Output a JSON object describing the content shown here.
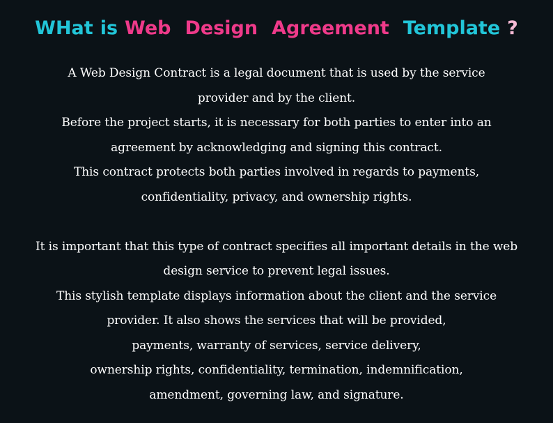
{
  "title": {
    "what": "WHat",
    "is": "is",
    "web": "Web",
    "design": "Design",
    "agreement": "Agreement",
    "template": "Template",
    "question_mark": "?"
  },
  "paragraph1": [
    "A Web Design Contract is a legal document that is used by the service",
    "provider and by the client.",
    "Before the project starts, it is necessary for both parties to enter into an",
    "agreement by acknowledging and signing this contract.",
    "This contract protects both parties involved in regards to payments,",
    "confidentiality, privacy, and ownership rights."
  ],
  "paragraph2": [
    "It is important that this type of contract specifies all important details in the web",
    "design service to prevent legal issues.",
    "This stylish template displays information about the client and the service",
    "provider. It also shows the services that will be provided,",
    "payments, warranty of services, service delivery,",
    "ownership rights, confidentiality, termination, indemnification,",
    "amendment, governing law, and signature."
  ],
  "colors": {
    "background": "#0b1217",
    "cyan": "#22c5d8",
    "pink": "#ef3a8a",
    "light_pink": "#f6b9d4",
    "text": "#ffffff"
  }
}
